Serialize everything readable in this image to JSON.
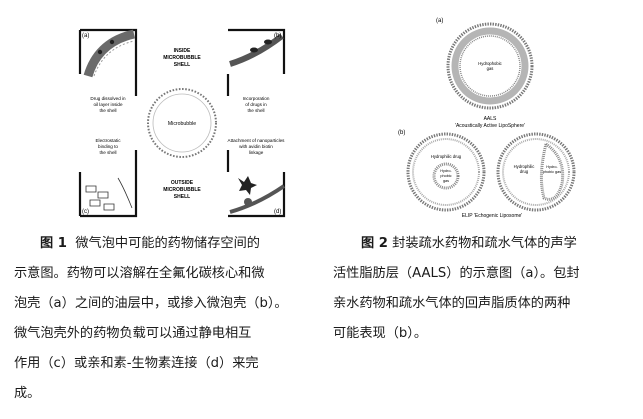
{
  "fig1": {
    "panels": {
      "a": "(a)",
      "b": "(b)",
      "c": "(c)",
      "d": "(d)"
    },
    "inside_shell": [
      "INSIDE",
      "MICROBUBBLE",
      "SHELL"
    ],
    "outside_shell": [
      "OUTSIDE",
      "MICROBUBBLE",
      "SHELL"
    ],
    "center": "Microbubble",
    "drug_oil": [
      "Drug dissolved in",
      "oil layer inside",
      "the shell"
    ],
    "incorporation": [
      "Incorporation",
      "of drugs in",
      "the shell"
    ],
    "electrostatic": [
      "Electrostatic",
      "binding to",
      "the shell"
    ],
    "attachment": [
      "Attachment of nanoparticles",
      "with avidin biotin",
      "linkage"
    ]
  },
  "fig2": {
    "label_a": "(a)",
    "label_b": "(b)",
    "gas1": [
      "Hydrophobic",
      "gas"
    ],
    "aals": "AALS",
    "aals_full": "'Acoustically Active LipoSphere'",
    "hydrophilic_drug": "Hydrophilic drug",
    "hydrophilic_drug2": [
      "Hydrophilic",
      "drug"
    ],
    "gas2": [
      "Hydro-",
      "phobic",
      "gas"
    ],
    "gas3": [
      "Hydro-",
      "phobic gas"
    ],
    "elip": "ELIP 'Echogenic Liposome'"
  },
  "caption1": {
    "label": "图 1",
    "lines": [
      "微气泡中可能的药物储存空间的",
      "示意图。药物可以溶解在全氟化碳核心和微",
      "泡壳（a）之间的油层中，或掺入微泡壳（b）。",
      "微气泡壳外的药物负载可以通过静电相互",
      "作用（c）或亲和素-生物素连接（d）来完",
      "成。"
    ]
  },
  "caption2": {
    "label": "图 2",
    "lines": [
      "封装疏水药物和疏水气体的声学",
      "活性脂肪层（AALS）的示意图（a）。包封",
      "亲水药物和疏水气体的回声脂质体的两种",
      "可能表现（b）。"
    ]
  }
}
